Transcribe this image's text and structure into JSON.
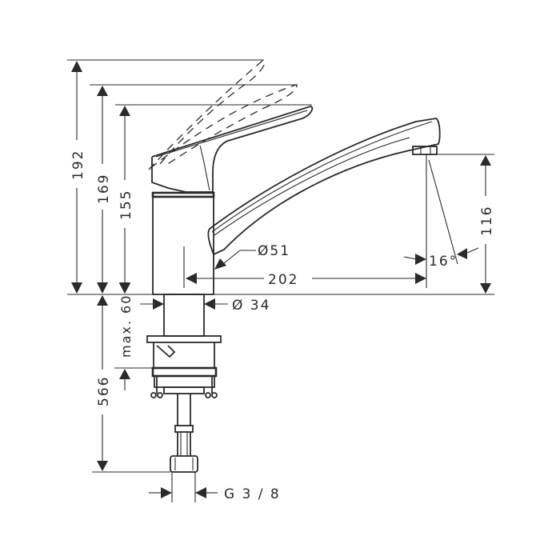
{
  "drawing": {
    "title": "Kitchen faucet dimension drawing",
    "color": "#2a2a2a",
    "background": "#ffffff"
  },
  "dimensions": {
    "height_handle_max": "192",
    "height_handle_mid": "169",
    "height_handle_closed": "155",
    "spout_height": "116",
    "spout_reach": "202",
    "spout_angle": "16°",
    "body_diameter": "Ø51",
    "shank_diameter": "Ø 34",
    "countertop_max": "max. 60",
    "hose_length": "566",
    "connection_thread": "G 3 / 8"
  }
}
